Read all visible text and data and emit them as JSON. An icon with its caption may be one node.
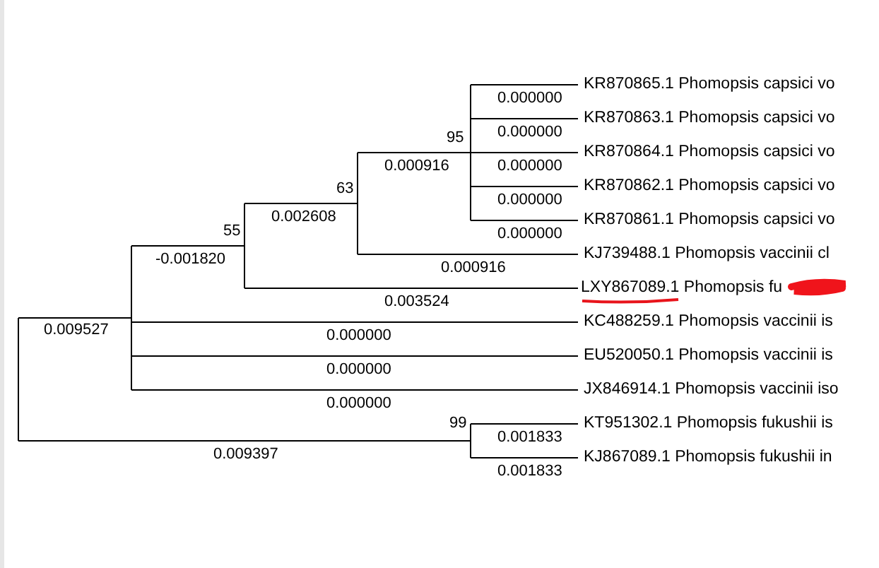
{
  "diagram": {
    "labels": [
      "KR870865.1 Phomopsis capsici vo",
      "0.000000",
      "KR870863.1 Phomopsis capsici vo",
      "0.000000",
      "95",
      "KR870864.1 Phomopsis capsici vo",
      "0.000916",
      "0.000000",
      "KR870862.1 Phomopsis capsici vo",
      "63",
      "0.000000",
      "0.002608",
      "KR870861.1 Phomopsis capsici vo",
      "55",
      "0.000000",
      "KJ739488.1 Phomopsis vaccinii cl",
      "-0.001820",
      "0.000916",
      "LXY867089.1 Phomopsis fu",
      "0.003524",
      "KC488259.1 Phomopsis vaccinii is",
      "0.009527",
      "0.000000",
      "EU520050.1 Phomopsis vaccinii is",
      "0.000000",
      "JX846914.1 Phomopsis vaccinii iso",
      "0.000000",
      "KT951302.1 Phomopsis fukushii is",
      "99",
      "0.001833",
      "0.009397",
      "KJ867089.1 Phomopsis fukushii in",
      "0.001833"
    ]
  }
}
